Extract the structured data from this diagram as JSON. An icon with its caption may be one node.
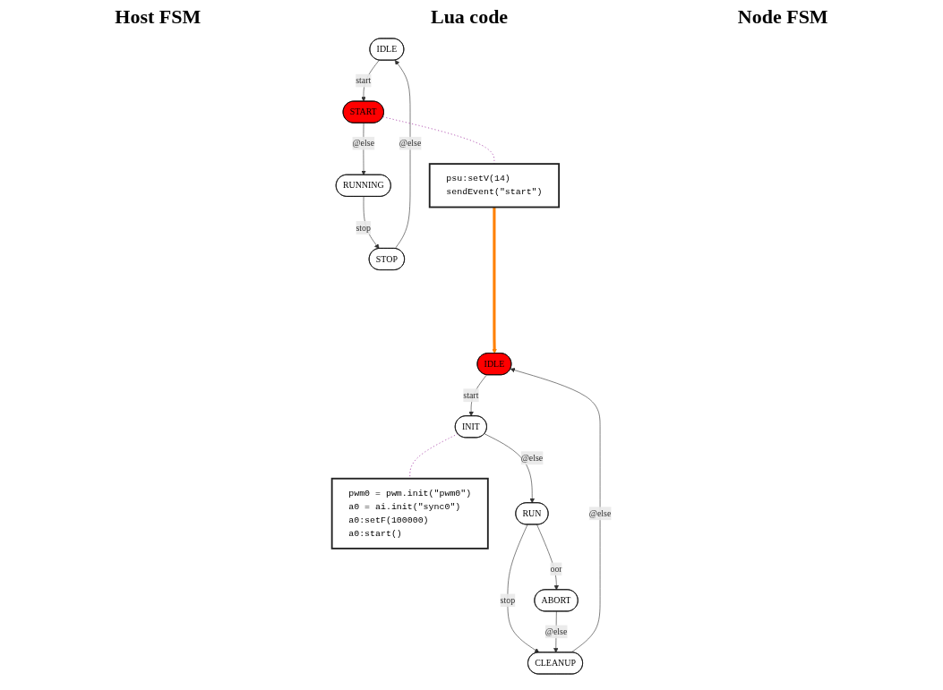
{
  "diagram": {
    "nodes": [
      {
        "text": [
          "IDLE"
        ]
      },
      {
        "text": [
          "START"
        ]
      },
      {
        "text": [
          "RUNNING"
        ]
      },
      {
        "text": [
          "STOP"
        ]
      },
      {
        "text": [
          "psu:setV(14)",
          "sendEvent(\"start\")"
        ]
      },
      {
        "text": [
          "pwm0 = pwm.init(\"pwm0\")",
          "a0 = ai.init(\"sync0\")",
          "a0:setF(100000)",
          "a0:start()"
        ]
      },
      {
        "text": [
          "IDLE"
        ]
      },
      {
        "text": [
          "INIT"
        ]
      },
      {
        "text": [
          "RUN"
        ]
      },
      {
        "text": [
          "ABORT"
        ]
      },
      {
        "text": [
          "CLEANUP"
        ]
      }
    ],
    "edges": [
      {
        "from": 0,
        "to": 1,
        "arrow": "to",
        "label": "start"
      },
      {
        "from": 1,
        "to": 2,
        "arrow": "to",
        "label": "@else"
      },
      {
        "from": 2,
        "to": 3,
        "arrow": "to",
        "label": "stop"
      },
      {
        "from": 3,
        "to": 0,
        "arrow": "to",
        "label": "@else"
      },
      {
        "from": 1,
        "to": 4,
        "arrow": "none",
        "style": "dashed",
        "color": "#8b008b"
      },
      {
        "from": 4,
        "to": 6,
        "arrow": "to",
        "style": "thick",
        "color": "#ff8000"
      },
      {
        "from": 7,
        "to": 5,
        "arrow": "none",
        "style": "dashed",
        "color": "#8b008b"
      },
      {
        "from": 6,
        "to": 7,
        "arrow": "to",
        "label": "start"
      },
      {
        "from": 7,
        "to": 8,
        "arrow": "to",
        "label": "@else"
      },
      {
        "from": 8,
        "to": 9,
        "arrow": "to",
        "label": "oor"
      },
      {
        "from": 8,
        "to": 10,
        "arrow": "to",
        "label": "stop"
      },
      {
        "from": 9,
        "to": 10,
        "arrow": "to",
        "label": "@else"
      },
      {
        "from": 10,
        "to": 6,
        "arrow": "to",
        "label": "@else"
      }
    ],
    "labels": [
      "Host FSM",
      "Lua code",
      "Node FSM"
    ]
  }
}
